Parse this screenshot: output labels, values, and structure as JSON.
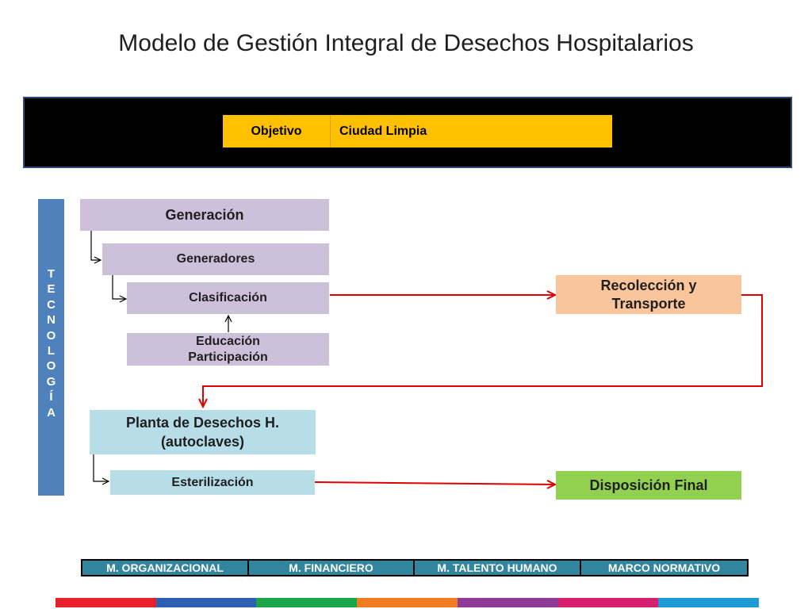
{
  "title": "Modelo de Gestión Integral de Desechos Hospitalarios",
  "objetivo": {
    "label": "Objetivo",
    "value": "Ciudad Limpia"
  },
  "tecnologia_letters": [
    "T",
    "E",
    "C",
    "N",
    "O",
    "L",
    "O",
    "G",
    "Í",
    "A"
  ],
  "nodes": {
    "generacion": "Generación",
    "generadores": "Generadores",
    "clasificacion": "Clasificación",
    "educacion_line1": "Educación",
    "educacion_line2": "Participación",
    "recoleccion_line1": "Recolección y",
    "recoleccion_line2": "Transporte",
    "planta_line1": "Planta de Desechos H.",
    "planta_line2": "(autoclaves)",
    "esterilizacion": "Esterilización",
    "disposicion": "Disposición Final"
  },
  "bottom_bar": [
    "M. ORGANIZACIONAL",
    "M. FINANCIERO",
    "M.  TALENTO HUMANO",
    "MARCO NORMATIVO"
  ],
  "colors": {
    "objetivo": "#ffc000",
    "tecnologia": "#4f81bd",
    "lavender": "#ccc0da",
    "light_blue": "#b7dee8",
    "orange": "#fbc59b",
    "green": "#92d050",
    "bottom_bar": "#31859c",
    "flow_arrow": "#e00000"
  },
  "color_strip": [
    "#e8202a",
    "#2f5fb3",
    "#1ba54b",
    "#f47c20",
    "#8e3b97",
    "#d61f6e",
    "#1e9ad6"
  ]
}
